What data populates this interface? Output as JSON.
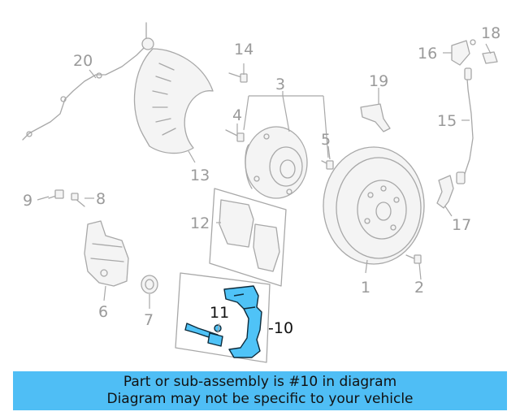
{
  "diagram": {
    "callouts": [
      {
        "id": "1",
        "label": "1"
      },
      {
        "id": "2",
        "label": "2"
      },
      {
        "id": "3",
        "label": "3"
      },
      {
        "id": "4",
        "label": "4"
      },
      {
        "id": "5",
        "label": "5"
      },
      {
        "id": "6",
        "label": "6"
      },
      {
        "id": "7",
        "label": "7"
      },
      {
        "id": "8",
        "label": "8"
      },
      {
        "id": "9",
        "label": "9"
      },
      {
        "id": "10",
        "label": "-10"
      },
      {
        "id": "11",
        "label": "11"
      },
      {
        "id": "12",
        "label": "12"
      },
      {
        "id": "13",
        "label": "13"
      },
      {
        "id": "14",
        "label": "14"
      },
      {
        "id": "15",
        "label": "15"
      },
      {
        "id": "16",
        "label": "16"
      },
      {
        "id": "17",
        "label": "17"
      },
      {
        "id": "18",
        "label": "18"
      },
      {
        "id": "19",
        "label": "19"
      },
      {
        "id": "20",
        "label": "20"
      }
    ],
    "highlight_color": "#4fc3f7",
    "part_color": "#a8a8a8"
  },
  "banner": {
    "line1": "Part or sub-assembly is #10 in diagram",
    "line2": "Diagram may not be specific to your vehicle",
    "background": "#4fbef5"
  }
}
